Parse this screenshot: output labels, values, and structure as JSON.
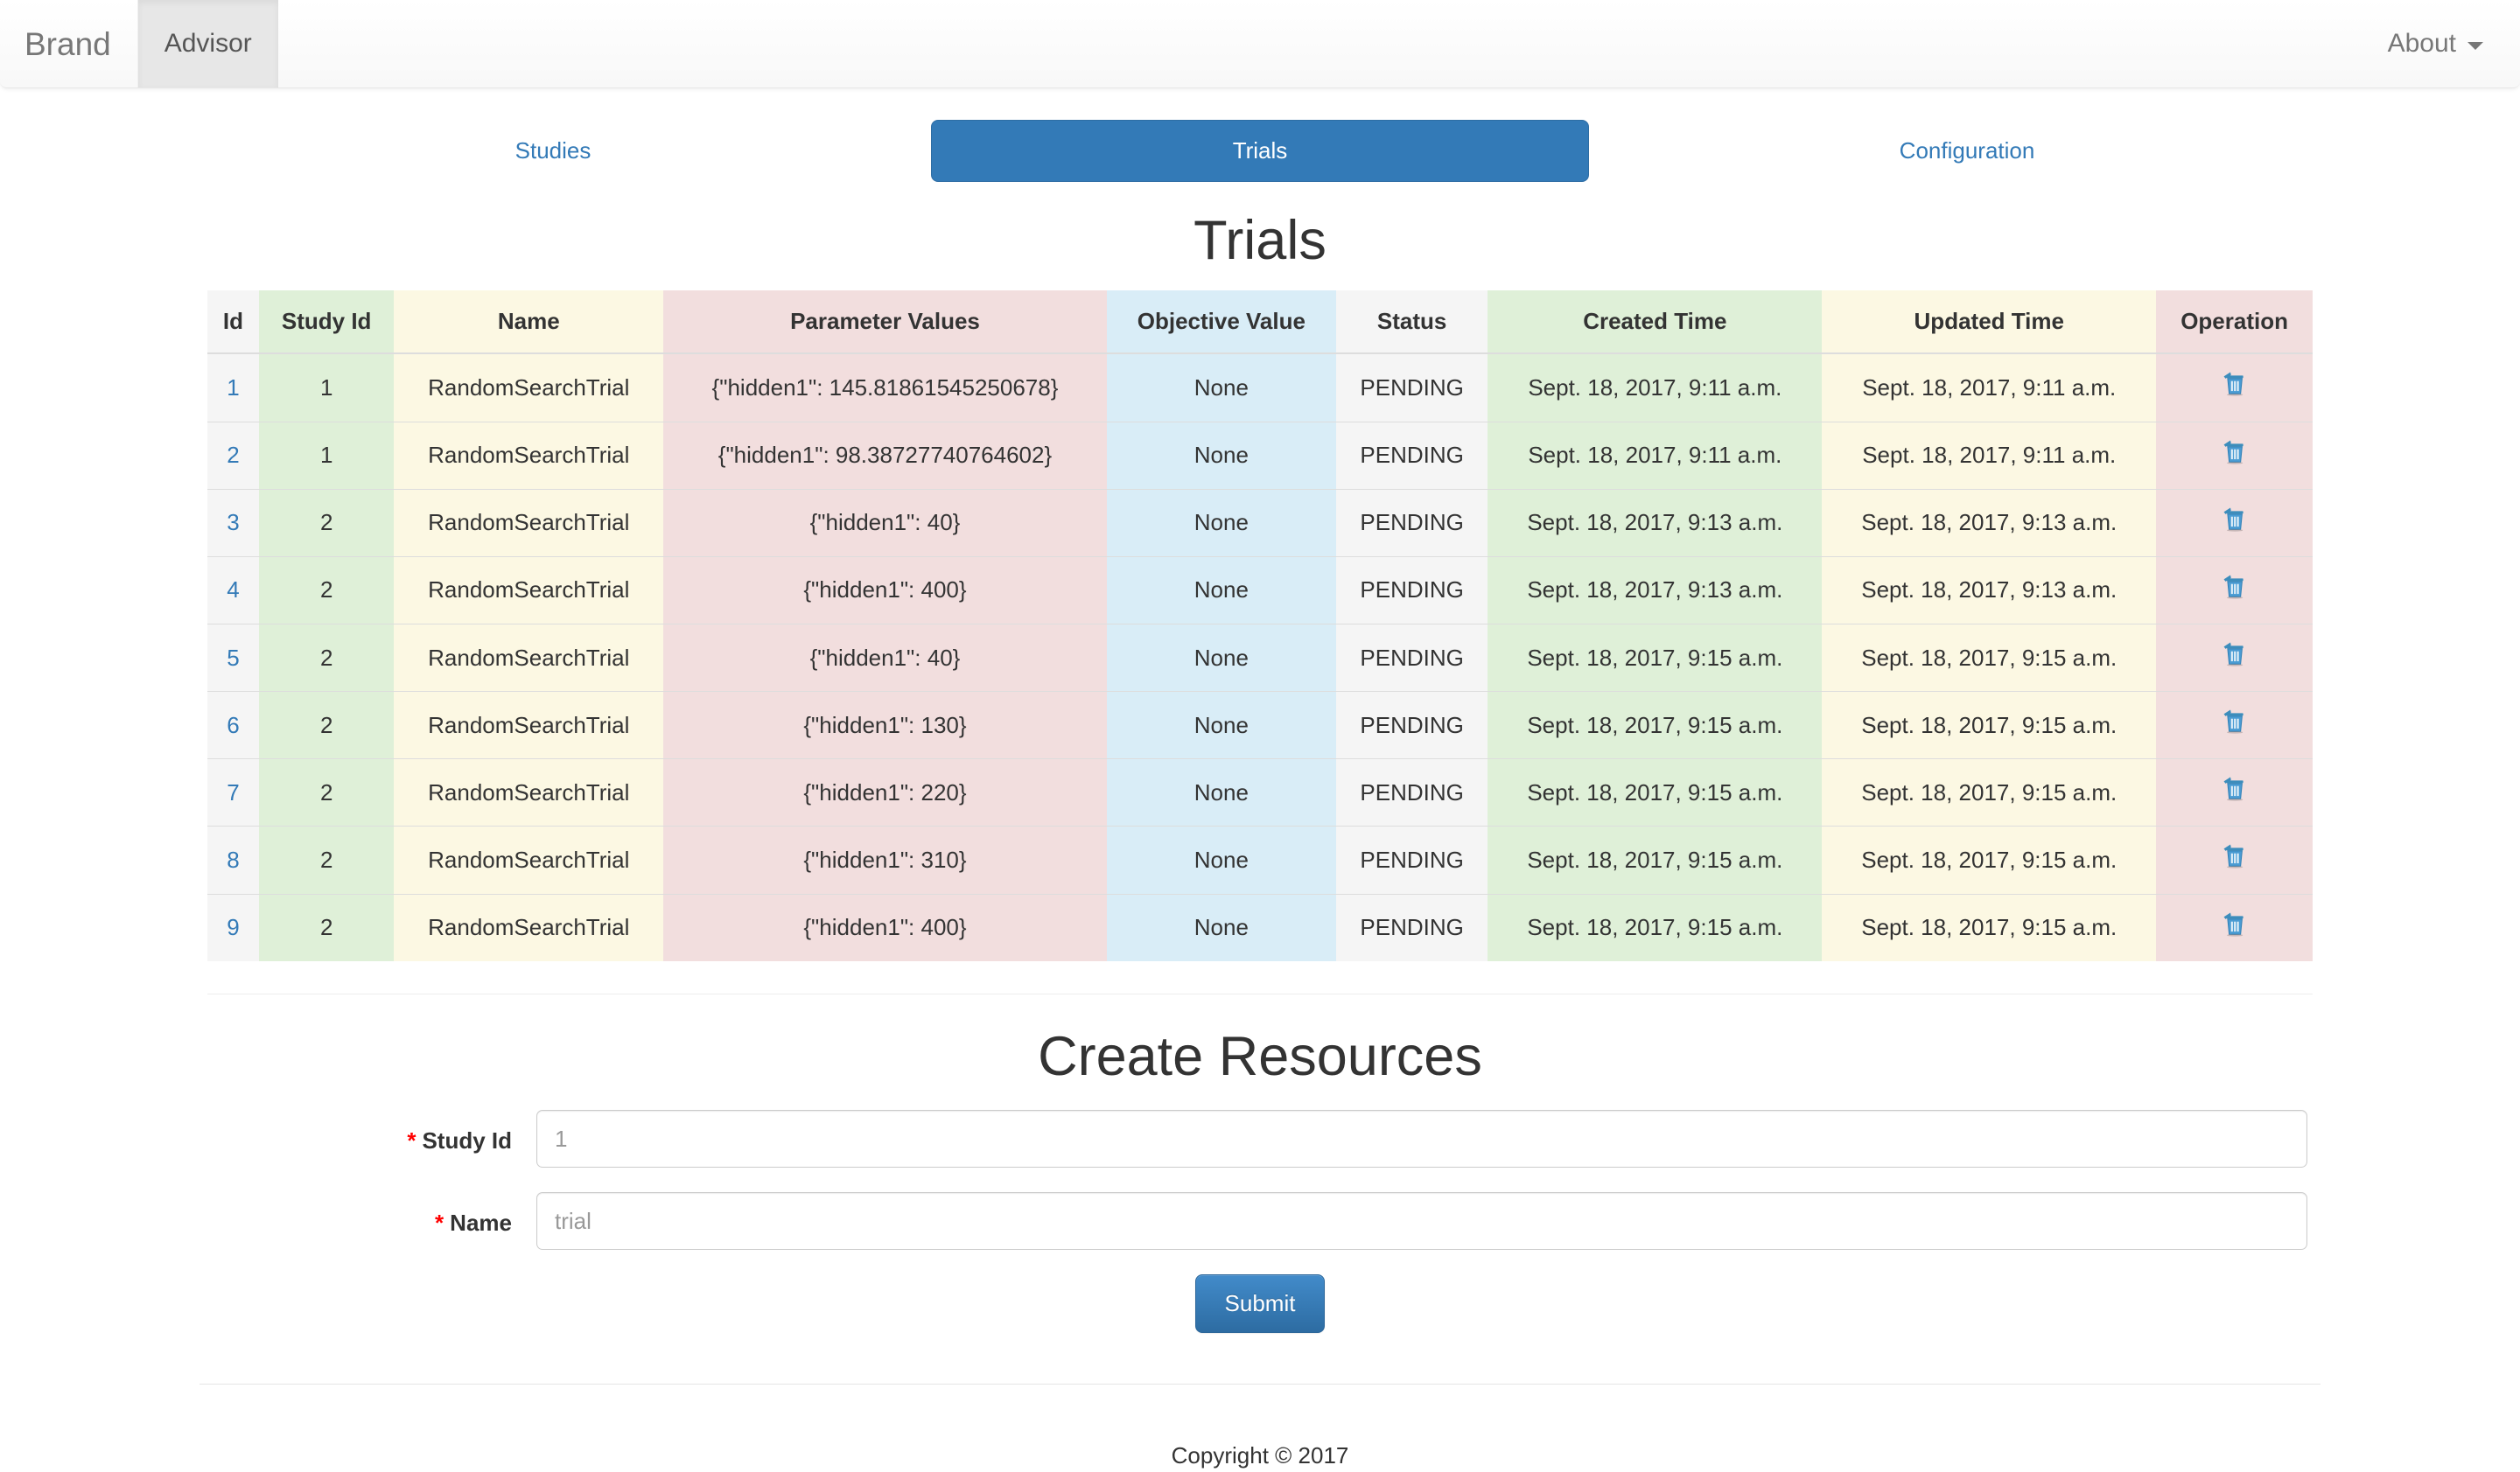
{
  "navbar": {
    "brand": "Brand",
    "active_item": "Advisor",
    "about_label": "About"
  },
  "tabs": [
    {
      "label": "Studies",
      "active": false
    },
    {
      "label": "Trials",
      "active": true
    },
    {
      "label": "Configuration",
      "active": false
    }
  ],
  "page": {
    "title": "Trials"
  },
  "table": {
    "columns": [
      "Id",
      "Study Id",
      "Name",
      "Parameter Values",
      "Objective Value",
      "Status",
      "Created Time",
      "Updated Time",
      "Operation"
    ],
    "rows": [
      {
        "id": "1",
        "study_id": "1",
        "name": "RandomSearchTrial",
        "parameter_values": "{\"hidden1\": 145.81861545250678}",
        "objective_value": "None",
        "status": "PENDING",
        "created_time": "Sept. 18, 2017, 9:11 a.m.",
        "updated_time": "Sept. 18, 2017, 9:11 a.m."
      },
      {
        "id": "2",
        "study_id": "1",
        "name": "RandomSearchTrial",
        "parameter_values": "{\"hidden1\": 98.38727740764602}",
        "objective_value": "None",
        "status": "PENDING",
        "created_time": "Sept. 18, 2017, 9:11 a.m.",
        "updated_time": "Sept. 18, 2017, 9:11 a.m."
      },
      {
        "id": "3",
        "study_id": "2",
        "name": "RandomSearchTrial",
        "parameter_values": "{\"hidden1\": 40}",
        "objective_value": "None",
        "status": "PENDING",
        "created_time": "Sept. 18, 2017, 9:13 a.m.",
        "updated_time": "Sept. 18, 2017, 9:13 a.m."
      },
      {
        "id": "4",
        "study_id": "2",
        "name": "RandomSearchTrial",
        "parameter_values": "{\"hidden1\": 400}",
        "objective_value": "None",
        "status": "PENDING",
        "created_time": "Sept. 18, 2017, 9:13 a.m.",
        "updated_time": "Sept. 18, 2017, 9:13 a.m."
      },
      {
        "id": "5",
        "study_id": "2",
        "name": "RandomSearchTrial",
        "parameter_values": "{\"hidden1\": 40}",
        "objective_value": "None",
        "status": "PENDING",
        "created_time": "Sept. 18, 2017, 9:15 a.m.",
        "updated_time": "Sept. 18, 2017, 9:15 a.m."
      },
      {
        "id": "6",
        "study_id": "2",
        "name": "RandomSearchTrial",
        "parameter_values": "{\"hidden1\": 130}",
        "objective_value": "None",
        "status": "PENDING",
        "created_time": "Sept. 18, 2017, 9:15 a.m.",
        "updated_time": "Sept. 18, 2017, 9:15 a.m."
      },
      {
        "id": "7",
        "study_id": "2",
        "name": "RandomSearchTrial",
        "parameter_values": "{\"hidden1\": 220}",
        "objective_value": "None",
        "status": "PENDING",
        "created_time": "Sept. 18, 2017, 9:15 a.m.",
        "updated_time": "Sept. 18, 2017, 9:15 a.m."
      },
      {
        "id": "8",
        "study_id": "2",
        "name": "RandomSearchTrial",
        "parameter_values": "{\"hidden1\": 310}",
        "objective_value": "None",
        "status": "PENDING",
        "created_time": "Sept. 18, 2017, 9:15 a.m.",
        "updated_time": "Sept. 18, 2017, 9:15 a.m."
      },
      {
        "id": "9",
        "study_id": "2",
        "name": "RandomSearchTrial",
        "parameter_values": "{\"hidden1\": 400}",
        "objective_value": "None",
        "status": "PENDING",
        "created_time": "Sept. 18, 2017, 9:15 a.m.",
        "updated_time": "Sept. 18, 2017, 9:15 a.m."
      }
    ],
    "operation_icon": "trash-icon"
  },
  "form": {
    "title": "Create Resources",
    "required_marker": "*",
    "fields": [
      {
        "label": "Study Id",
        "value": "",
        "placeholder": "1"
      },
      {
        "label": "Name",
        "value": "",
        "placeholder": "trial"
      }
    ],
    "submit_label": "Submit"
  },
  "footer": {
    "copyright": "Copyright © 2017"
  },
  "colors": {
    "accent": "#337ab7",
    "link": "#337ab7",
    "required": "#ff0000",
    "col_study": "#dff0d8",
    "col_name": "#fcf8e3",
    "col_param": "#f2dede",
    "col_obj": "#d9edf7",
    "col_status": "#f5f5f5",
    "col_created": "#dff0d8",
    "col_updated": "#fcf8e3",
    "col_operation": "#f2dede"
  }
}
